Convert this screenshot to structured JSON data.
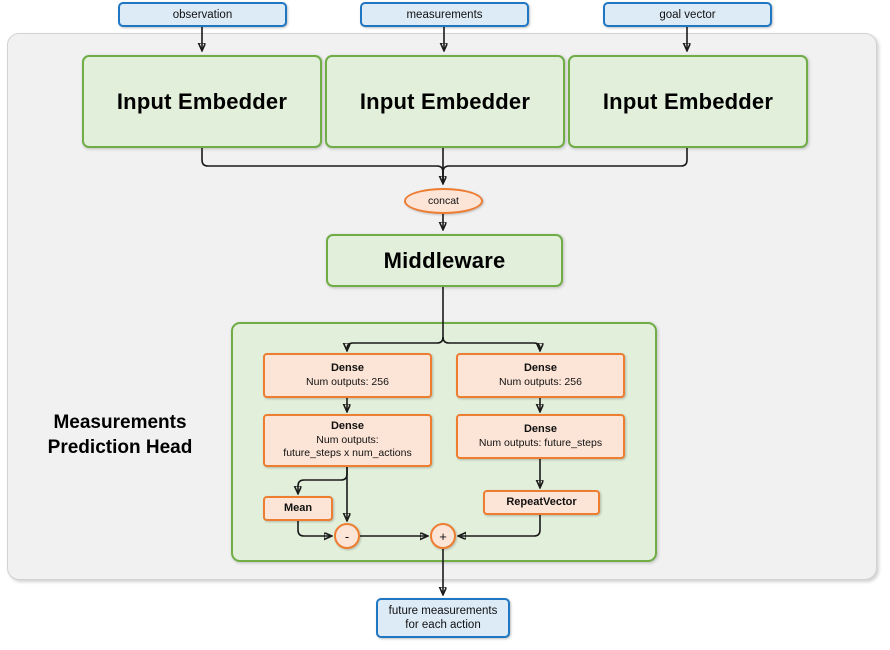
{
  "diagram": {
    "title": "Measurements Prediction Head network architecture",
    "colors": {
      "io_fill": "#ddebf7",
      "io_border": "#1f77c4",
      "module_fill": "#e2efda",
      "module_border": "#70ad47",
      "layer_fill": "#fce4d6",
      "layer_border": "#ed7d31",
      "frame_fill": "#f1f1f1",
      "frame_border": "#d2d2d2"
    },
    "inputs": [
      {
        "label": "observation"
      },
      {
        "label": "measurements"
      },
      {
        "label": "goal vector"
      }
    ],
    "embedders": [
      {
        "label": "Input Embedder"
      },
      {
        "label": "Input Embedder"
      },
      {
        "label": "Input Embedder"
      }
    ],
    "concat": {
      "label": "concat"
    },
    "middleware": {
      "label": "Middleware"
    },
    "head": {
      "label_line1": "Measurements",
      "label_line2": "Prediction Head",
      "left_branch": {
        "dense1": {
          "title": "Dense",
          "line1": "Num outputs: 256"
        },
        "dense2": {
          "title": "Dense",
          "line1": "Num outputs:",
          "line2": "future_steps x num_actions"
        },
        "mean": {
          "title": "Mean"
        }
      },
      "right_branch": {
        "dense1": {
          "title": "Dense",
          "line1": "Num outputs: 256"
        },
        "dense2": {
          "title": "Dense",
          "line1": "Num outputs: future_steps"
        },
        "repeat_vector": {
          "title": "RepeatVector"
        }
      },
      "operators": {
        "subtract": {
          "symbol": "-"
        },
        "add": {
          "symbol": "+"
        }
      }
    },
    "output": {
      "line1": "future measurements",
      "line2": "for each action"
    }
  }
}
